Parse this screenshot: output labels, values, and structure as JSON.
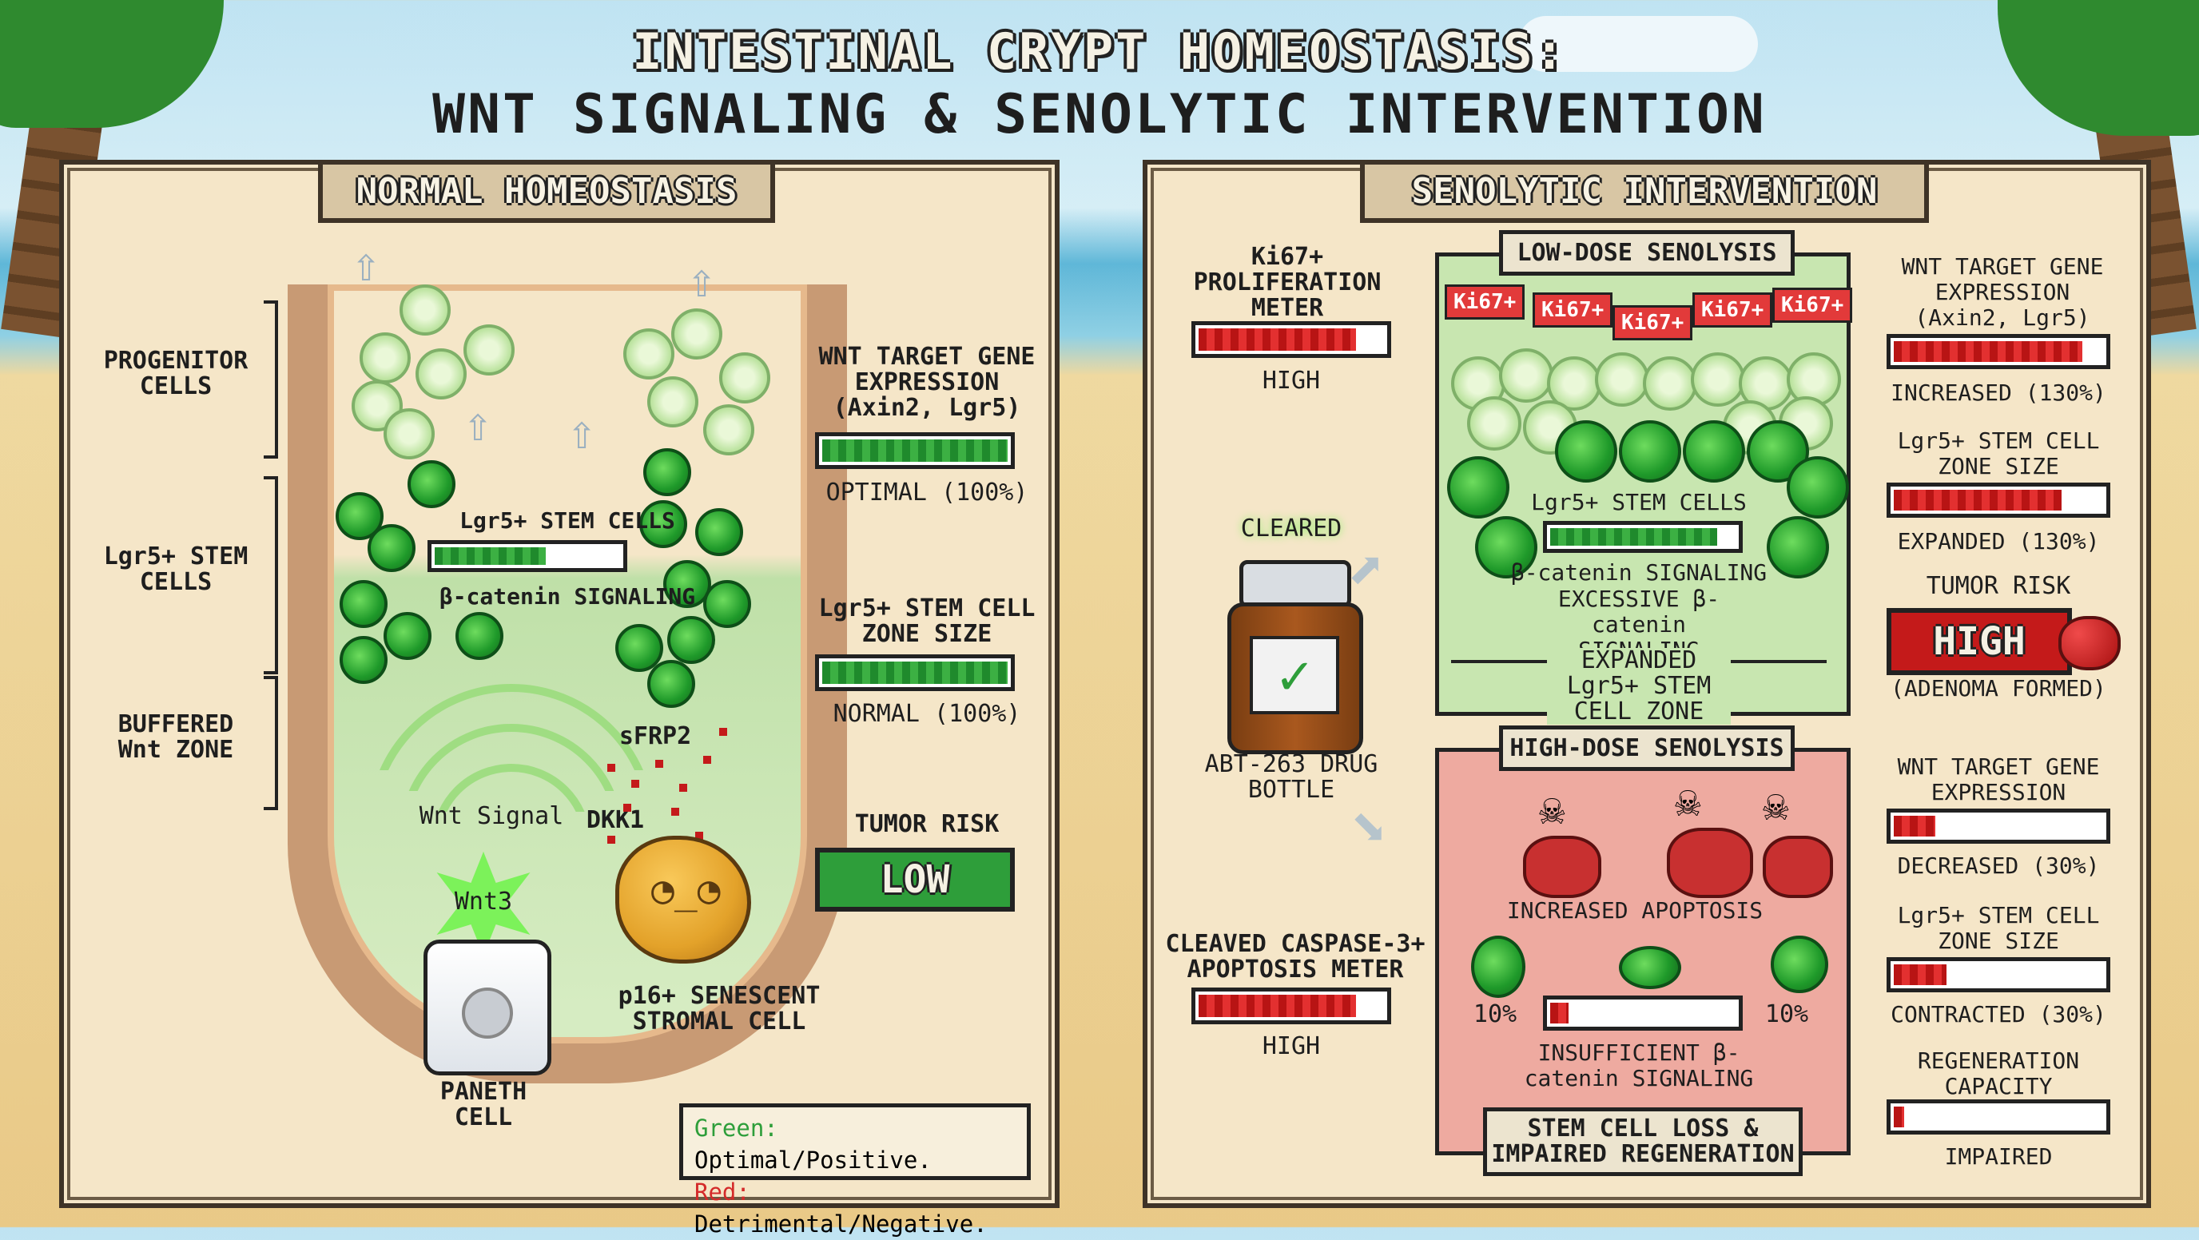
{
  "title_line1": "INTESTINAL CRYPT HOMEOSTASIS:",
  "title_line2": "WNT SIGNALING & SENOLYTIC INTERVENTION",
  "left": {
    "panel_title": "NORMAL HOMEOSTASIS",
    "side_labels": [
      "PROGENITOR CELLS",
      "Lgr5+ STEM CELLS",
      "BUFFERED Wnt ZONE"
    ],
    "stem_label": "Lgr5+ STEM CELLS",
    "stem_bar_fill": 0.6,
    "bcat_label": "β-catenin SIGNALING",
    "wnt_signal": "Wnt Signal",
    "wnt3": "Wnt3",
    "sfrp2": "sFRP2",
    "dkk1": "DKK1",
    "paneth": "PANETH CELL",
    "senescent": "p16+ SENESCENT STROMAL CELL",
    "metrics": [
      {
        "label": "WNT TARGET GENE EXPRESSION (Axin2, Lgr5)",
        "value": "OPTIMAL (100%)",
        "fill": 1.0
      },
      {
        "label": "Lgr5+ STEM CELL ZONE SIZE",
        "value": "NORMAL (100%)",
        "fill": 1.0
      }
    ],
    "tumor_label": "TUMOR RISK",
    "tumor_value": "LOW",
    "legend_green_key": "Green:",
    "legend_green_text": "Optimal/Positive.",
    "legend_red_key": "Red:",
    "legend_red_text": "Detrimental/Negative."
  },
  "right": {
    "panel_title": "SENOLYTIC INTERVENTION",
    "ki67_meter_label": "Ki67+ PROLIFERATION METER",
    "ki67_meter_value": "HIGH",
    "ki67_meter_fill": 0.85,
    "cleared": "CLEARED",
    "drug_label": "ABT-263 DRUG BOTTLE",
    "caspase_label": "CLEAVED CASPASE-3+ APOPTOSIS METER",
    "caspase_value": "HIGH",
    "caspase_fill": 0.85,
    "ki67_tags": [
      "Ki67+",
      "Ki67+",
      "Ki67+",
      "Ki67+",
      "Ki67+"
    ],
    "low": {
      "title": "LOW-DOSE SENOLYSIS",
      "stem_label": "Lgr5+ STEM CELLS",
      "stem_fill": 0.9,
      "bcat": "β-catenin SIGNALING",
      "excessive": "EXCESSIVE β-catenin SIGNALING",
      "expanded": "EXPANDED Lgr5+ STEM CELL ZONE"
    },
    "high": {
      "title": "HIGH-DOSE SENOLYSIS",
      "apoptosis": "INCREASED APOPTOSIS",
      "pct_left": "10%",
      "pct_right": "10%",
      "bar_fill": 0.1,
      "insufficient": "INSUFFICIENT β-catenin SIGNALING",
      "loss": "STEM CELL LOSS & IMPAIRED REGENERATION"
    },
    "low_metrics": [
      {
        "label": "WNT TARGET GENE EXPRESSION (Axin2, Lgr5)",
        "value": "INCREASED (130%)",
        "fill": 0.9
      },
      {
        "label": "Lgr5+ STEM CELL ZONE SIZE",
        "value": "EXPANDED (130%)",
        "fill": 0.8
      }
    ],
    "tumor_label": "TUMOR RISK",
    "tumor_value": "HIGH",
    "tumor_note": "(ADENOMA FORMED)",
    "high_metrics": [
      {
        "label": "WNT TARGET GENE EXPRESSION",
        "value": "DECREASED (30%)",
        "fill": 0.2
      },
      {
        "label": "Lgr5+ STEM CELL ZONE SIZE",
        "value": "CONTRACTED (30%)",
        "fill": 0.25
      },
      {
        "label": "REGENERATION CAPACITY",
        "value": "IMPAIRED",
        "fill": 0.05
      }
    ]
  },
  "colors": {
    "green": "#2e9e3a",
    "red": "#d42a2a",
    "panel": "#f5e6c8"
  }
}
